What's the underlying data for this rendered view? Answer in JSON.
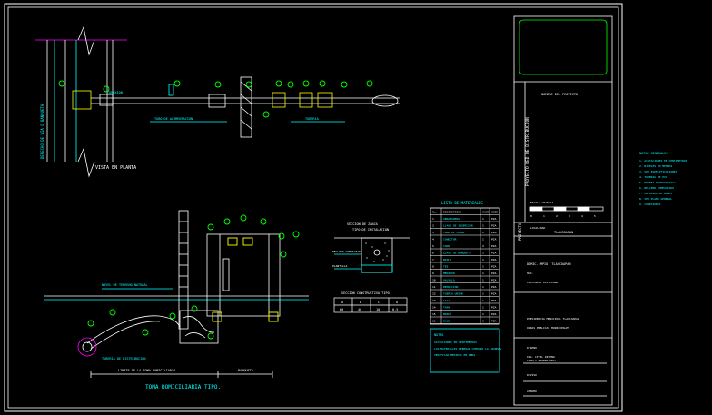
{
  "colors": {
    "background": "#000000",
    "frame": "#ffffff",
    "line": "#ffffff",
    "accent_cyan": "#00ffff",
    "accent_green": "#00ff00",
    "accent_magenta": "#ff00ff",
    "accent_yellow": "#ffff00"
  },
  "plan_view": {
    "title": "VISTA EN PLANTA",
    "label_left": "CONEXION",
    "label_mid": "TUBO DE ALIMENTACION",
    "label_right": "TUBERIA",
    "vertical_note": "DERECHO DE VIA O BANQUETA",
    "callouts": [
      "1",
      "2",
      "3",
      "4",
      "5",
      "6",
      "7",
      "8",
      "9",
      "10",
      "11",
      "12"
    ]
  },
  "section_view": {
    "title": "TOMA DOMICILIARIA TIPO.",
    "label_ground": "NIVEL DE TERRENO NATURAL",
    "label_main": "TUBERIA DE DISTRIBUCION",
    "dim_left": "LIMITE DE LA TOMA DOMICILIARIA",
    "dim_right": "BANQUETA",
    "callouts": [
      "1",
      "2",
      "3",
      "4",
      "5",
      "6",
      "7",
      "8",
      "9",
      "10",
      "11",
      "12",
      "13"
    ]
  },
  "trench_detail": {
    "title": "SECCION DE ZANJA",
    "subtitle": "TIPO DE INSTALACION",
    "label_fill": "RELLENO COMPACTADO",
    "label_bed": "PLANTILLA"
  },
  "small_table": {
    "title": "SECCION CONSTRUCTIVA TIPO",
    "headers": [
      "A",
      "B",
      "C",
      "D"
    ],
    "values": [
      "60",
      "40",
      "10",
      "0.5"
    ]
  },
  "materials": {
    "title": "LISTA DE MATERIALES",
    "headers": [
      "No.",
      "DESCRIPCION",
      "CANT.",
      "UNID."
    ],
    "rows": [
      [
        "1",
        "ABRAZADERA",
        "1",
        "PZA"
      ],
      [
        "2",
        "LLAVE DE INSERCION",
        "1",
        "PZA"
      ],
      [
        "3",
        "TUBO DE COBRE",
        "1",
        "PZA"
      ],
      [
        "4",
        "CONECTOR",
        "1",
        "PZA"
      ],
      [
        "5",
        "CODO",
        "2",
        "PZA"
      ],
      [
        "6",
        "LLAVE DE BANQUETA",
        "1",
        "PZA"
      ],
      [
        "7",
        "NIPLE",
        "1",
        "PZA"
      ],
      [
        "8",
        "TEE",
        "1",
        "PZA"
      ],
      [
        "9",
        "MEDIDOR",
        "1",
        "PZA"
      ],
      [
        "10",
        "VALVULA",
        "1",
        "PZA"
      ],
      [
        "11",
        "REDUCCION",
        "1",
        "PZA"
      ],
      [
        "12",
        "TUERCA UNION",
        "1",
        "PZA"
      ],
      [
        "13",
        "CAJA",
        "1",
        "PZA"
      ],
      [
        "14",
        "TAPA",
        "1",
        "PZA"
      ],
      [
        "15",
        "MARCO",
        "1",
        "PZA"
      ],
      [
        "16",
        "BASE",
        "1",
        "PZA"
      ]
    ],
    "notes_title": "NOTAS",
    "notes": [
      "ACOTACIONES EN CENTIMETROS",
      "LOS MATERIALES DEBERAN CUMPLIR LAS NORMAS",
      "VERIFICAR MEDIDAS EN OBRA"
    ]
  },
  "title_block": {
    "vertical_project": "PROYECTO RED DE DISTRIBUCION",
    "vertical_short": "PROYECTO",
    "project_title": "NOMBRE DEL PROYECTO",
    "location_label": "LOCALIDAD",
    "scale_label": "ESCALA GRAFICA",
    "scale_numbers": [
      "0",
      "1",
      "2",
      "3",
      "4",
      "5"
    ],
    "municipality": "TLAXCOAPAN",
    "address": "DOMIC. MPIO. TLAXCOAPAN",
    "state": "HGO.",
    "contents": "CONTENIDO DEL PLANO",
    "office": "PRESIDENCIA MUNICIPAL TLAXCOAPAN",
    "dept": "OBRAS PUBLICAS MUNICIPALES",
    "designer_label": "DISENO",
    "designer_name": "ING. CIVIL DISENO",
    "designer_sub": "CEDULA PROFESIONAL",
    "reviewer_label": "REVISO",
    "approved_label": "APROBO"
  },
  "side_notes": {
    "title": "NOTAS GENERALES",
    "lines": [
      "1. ACOTACIONES EN CENTIMETROS",
      "2. NIVELES EN METROS",
      "3. VER ESPECIFICACIONES",
      "4. TUBERIA DE PVC",
      "5. PRUEBA HIDROSTATICA",
      "6. RELLENO COMPACTADO",
      "7. MATERIAL DE BANCO",
      "8. VER PLANO GENERAL",
      "9. CONEXIONES"
    ]
  }
}
